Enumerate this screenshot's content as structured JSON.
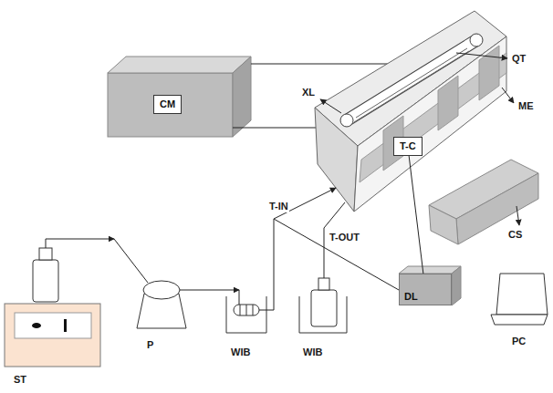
{
  "diagram": {
    "nodes": [
      {
        "text": [
          "CM"
        ]
      },
      {
        "text": [
          "T-C"
        ]
      },
      {
        "text": [
          "DL"
        ]
      }
    ],
    "edges": [
      {
        "from": 1,
        "to": 2,
        "arrow": "none"
      }
    ],
    "labels": [
      "XL",
      "QT",
      "ME",
      "CS",
      "T-IN",
      "T-OUT",
      "ST",
      "P",
      "WIB",
      "WIB",
      "PC"
    ]
  }
}
